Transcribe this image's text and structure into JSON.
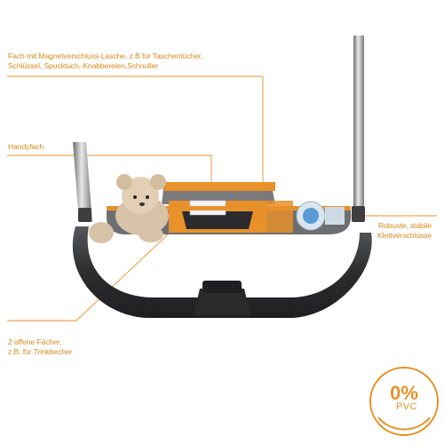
{
  "annotations": {
    "pocket_magnet": {
      "line1": "Fach mit Magnetverschluss-Lasche, z.B für Taschentücher,",
      "line2": "Schlüssel, Spucktuch, Knabbereien,Schnuller"
    },
    "phone_pocket": {
      "line1": "Handyfach"
    },
    "velcro": {
      "line1": "Robuste, stabile",
      "line2": "Klettverschlüsse"
    },
    "open_pockets": {
      "line1": "2 offene Fächer,",
      "line2": "z.B. für Trinkbecher"
    }
  },
  "badge": {
    "percent": "0%",
    "label": "PVC"
  },
  "colors": {
    "annotation": "#d98a1c",
    "organizer_gray": "#6b6b6b",
    "organizer_orange": "#e8912a",
    "handlebar": "#3a3a3c",
    "badge": "#e8912a"
  }
}
